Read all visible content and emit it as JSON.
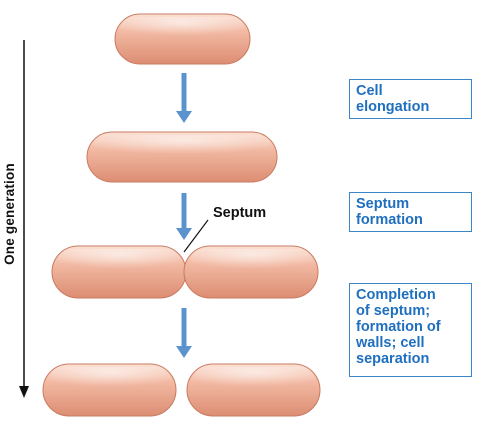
{
  "stages": [
    {
      "label": "Cell\nelongation"
    },
    {
      "label": "Septum\nformation"
    },
    {
      "label": "Completion\nof septum;\nformation of\nwalls; cell\nseparation"
    }
  ],
  "septum_label": "Septum",
  "generation_label": "One generation",
  "colors": {
    "cell_fill_light": "#fbe2d6",
    "cell_fill_mid": "#f2b9a3",
    "cell_fill_dark": "#dc8d72",
    "cell_outline": "#c97a60",
    "arrow": "#5b93cf",
    "label_border": "#3b86c9",
    "label_text": "#1f6fbf"
  }
}
